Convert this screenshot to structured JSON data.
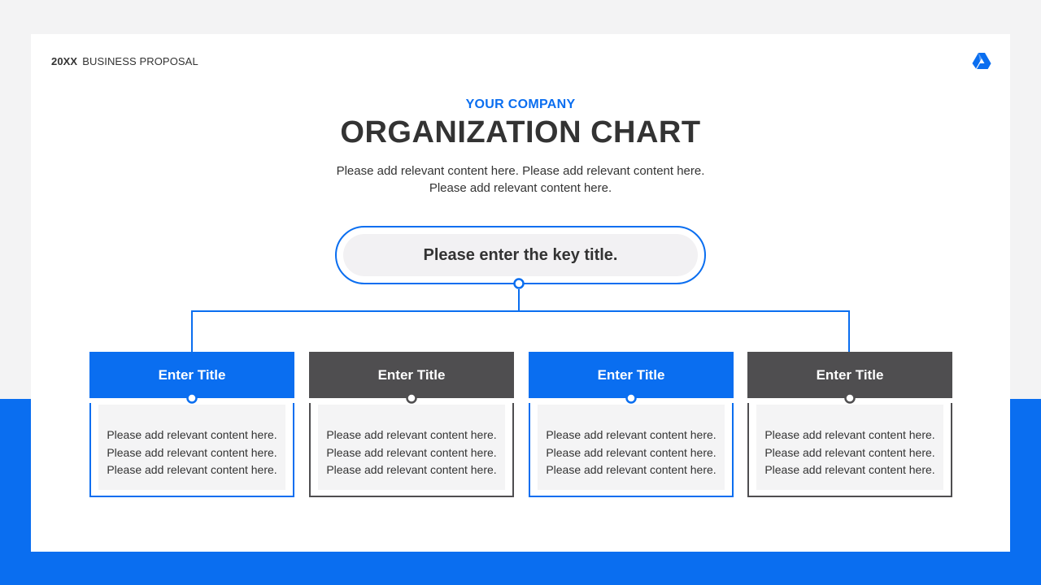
{
  "header": {
    "year": "20XX",
    "label": "BUSINESS PROPOSAL",
    "logo_icon": "drive-triangle-icon"
  },
  "company": "YOUR COMPANY",
  "title": "ORGANIZATION CHART",
  "subtitle": {
    "line1": "Please add relevant content here. Please add relevant content here.",
    "line2": "Please add relevant content here."
  },
  "key_title": "Please enter the key title.",
  "boxes": [
    {
      "title": "Enter Title",
      "color": "#0a6ef0",
      "lines": [
        "Please add relevant content here.",
        "Please add relevant content here.",
        "Please add relevant content here."
      ]
    },
    {
      "title": "Enter Title",
      "color": "#4f4e50",
      "lines": [
        "Please add relevant content here.",
        "Please add relevant content here.",
        "Please add relevant content here."
      ]
    },
    {
      "title": "Enter Title",
      "color": "#0a6ef0",
      "lines": [
        "Please add relevant content here.",
        "Please add relevant content here.",
        "Please add relevant content here."
      ]
    },
    {
      "title": "Enter Title",
      "color": "#4f4e50",
      "lines": [
        "Please add relevant content here.",
        "Please add relevant content here.",
        "Please add relevant content here."
      ]
    }
  ],
  "colors": {
    "accent": "#0a6ef0",
    "dark": "#4f4e50",
    "text": "#333333"
  }
}
